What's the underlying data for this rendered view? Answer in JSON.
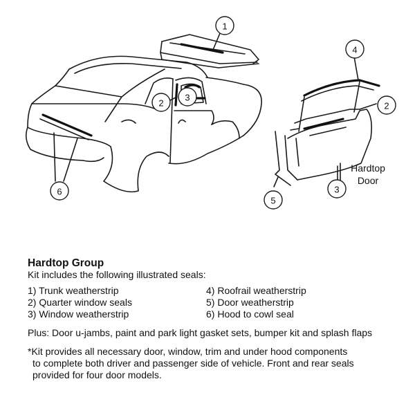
{
  "callouts": [
    "1",
    "2",
    "3",
    "4",
    "2",
    "6",
    "5",
    "3"
  ],
  "door_label": [
    "Hardtop",
    "Door"
  ],
  "title": "Hardtop Group",
  "intro": "Kit includes the following illustrated seals:",
  "items": [
    "1) Trunk weatherstrip",
    "4) Roofrail weatherstrip",
    "2) Quarter window seals",
    "5) Door weatherstrip",
    "3) Window weatherstrip",
    "6) Hood to cowl seal"
  ],
  "plus": "Plus: Door u-jambs, paint and park light gasket sets, bumper kit and splash flaps",
  "footnote": [
    "*Kit provides all necessary door, window, trim and under hood components",
    "to complete both driver and passenger side of vehicle.  Front and rear seals",
    "provided for four door models."
  ]
}
